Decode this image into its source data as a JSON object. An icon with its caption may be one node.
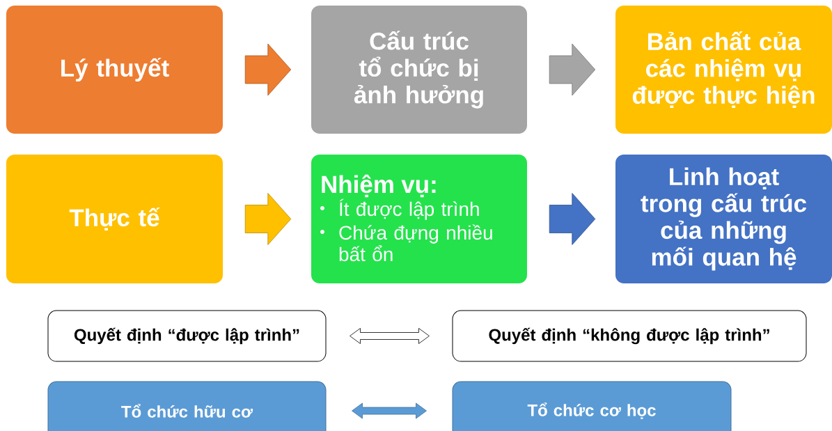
{
  "diagram": {
    "nodes": [
      {
        "text": [
          "Lý thuyết"
        ]
      },
      {
        "text": [
          "Cấu trúc tổ chức bị ảnh hưởng"
        ]
      },
      {
        "text": [
          "Bản chất của các nhiệm vụ được thực hiện"
        ]
      },
      {
        "text": [
          "Thực tế"
        ]
      },
      {
        "text": [
          "Nhiệm vụ:",
          "Ít được lập trình",
          "Chứa đựng nhiều bất ổn"
        ]
      },
      {
        "text": [
          "Linh hoạt trong cấu trúc của những mối quan hệ"
        ]
      },
      {
        "text": [
          "Quyết định “được lập trình”"
        ]
      },
      {
        "text": [
          "Quyết định “không được lập trình”"
        ]
      },
      {
        "text": [
          "Tổ chức hữu cơ"
        ]
      },
      {
        "text": [
          "Tổ chức cơ học"
        ]
      }
    ],
    "edges": [
      {
        "from": 0,
        "to": 1,
        "arrow": "to",
        "color": "#ed7d31"
      },
      {
        "from": 1,
        "to": 2,
        "arrow": "to",
        "color": "#a5a5a5"
      },
      {
        "from": 3,
        "to": 4,
        "arrow": "to",
        "color": "#ffc000"
      },
      {
        "from": 4,
        "to": 5,
        "arrow": "to",
        "color": "#4472c4"
      },
      {
        "from": 6,
        "to": 7,
        "arrow": "both",
        "color": "#ffffff"
      },
      {
        "from": 8,
        "to": 9,
        "arrow": "both",
        "color": "#5b9bd5"
      }
    ]
  }
}
